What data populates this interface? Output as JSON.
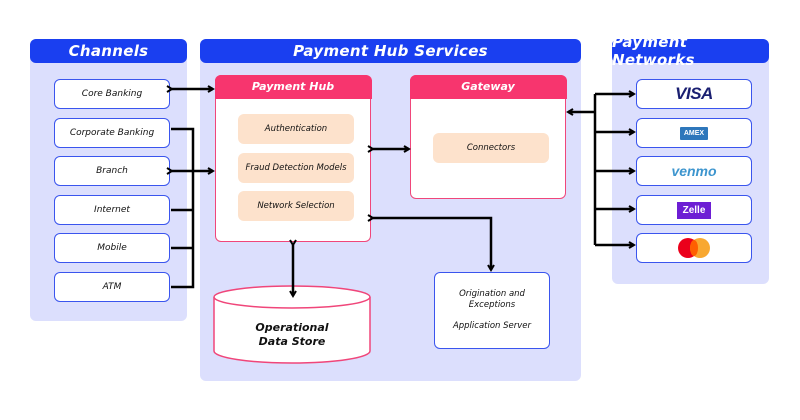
{
  "panels": {
    "channels": {
      "title": "Channels",
      "items": [
        "Core Banking",
        "Corporate Banking",
        "Branch",
        "Internet",
        "Mobile",
        "ATM"
      ]
    },
    "services": {
      "title": "Payment Hub Services",
      "payment_hub": {
        "title": "Payment Hub",
        "modules": [
          "Authentication",
          "Fraud Detection Models",
          "Network Selection"
        ]
      },
      "gateway": {
        "title": "Gateway",
        "modules": [
          "Connectors"
        ]
      },
      "data_store": {
        "line1": "Operational",
        "line2": "Data Store"
      },
      "app_server": {
        "line1": "Origination and",
        "line2": "Exceptions",
        "line3": "Application Server"
      }
    },
    "networks": {
      "title": "Payment Networks",
      "items": [
        {
          "name": "visa",
          "label": "VISA",
          "color": "#1a1f71"
        },
        {
          "name": "amex",
          "label": "AMEX",
          "color": "#2e77bb"
        },
        {
          "name": "venmo",
          "label": "venmo",
          "color": "#3d95ce"
        },
        {
          "name": "zelle",
          "label": "Zelle",
          "color": "#6d1ed4"
        },
        {
          "name": "mastercard",
          "label": "",
          "color": "#eb001b"
        }
      ]
    }
  },
  "colors": {
    "panel_bg": "#dcdffd",
    "panel_header": "#1a3ff0",
    "card_accent": "#f7356e",
    "chip_bg": "#fde2cc",
    "box_border": "#3a55ee"
  }
}
